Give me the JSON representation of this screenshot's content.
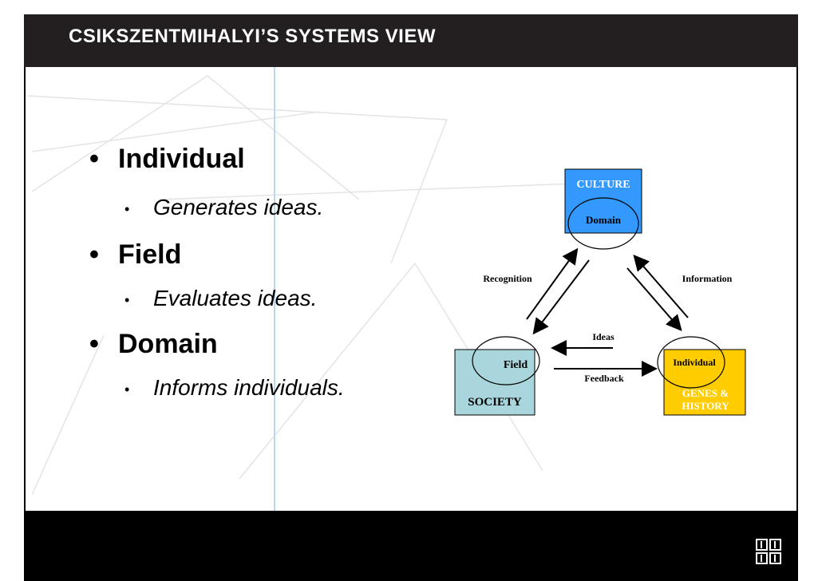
{
  "slide": {
    "title": "CSIKSZENTMIHALYI’S SYSTEMS VIEW",
    "bullets": [
      {
        "heading": "Individual",
        "sub": "Generates ideas."
      },
      {
        "heading": "Field",
        "sub": "Evaluates ideas."
      },
      {
        "heading": "Domain",
        "sub": "Informs individuals."
      }
    ],
    "bullet_glyph": "•"
  },
  "diagram": {
    "culture_label": "CULTURE",
    "domain_label": "Domain",
    "society_label": "SOCIETY",
    "field_label": "Field",
    "genes_label_1": "GENES &",
    "genes_label_2": "HISTORY",
    "individual_label": "Individual",
    "recognition_label": "Recognition",
    "information_label": "Information",
    "ideas_label": "Ideas",
    "feedback_label": "Feedback",
    "colors": {
      "culture_fill": "#3399ff",
      "society_fill": "#a9d6dc",
      "genes_fill": "#ffcc00"
    }
  },
  "colors": {
    "header_bg": "#231f20",
    "footer_bg": "#000000"
  },
  "logo_icon": "dttl-logo-icon"
}
